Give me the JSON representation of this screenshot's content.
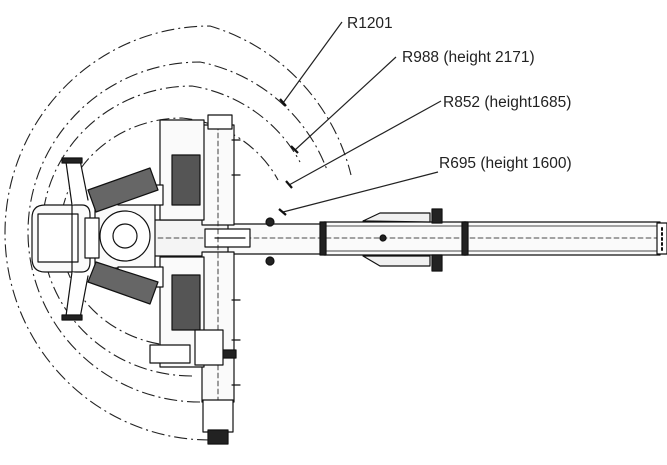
{
  "radius_labels": [
    {
      "id": "r1201",
      "text": "R1201"
    },
    {
      "id": "r988",
      "text": "R988 (height 2171)"
    },
    {
      "id": "r852",
      "text": "R852 (height1685)"
    },
    {
      "id": "r695",
      "text": "R695 (height 1600)"
    }
  ]
}
